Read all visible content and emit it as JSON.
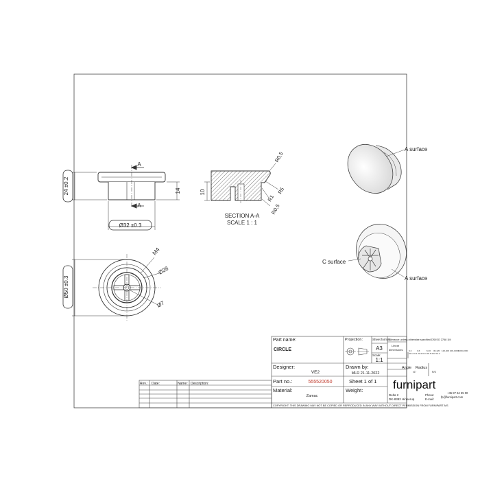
{
  "front_view": {
    "dim_height": "24 ±0.2",
    "dim_flange": "14",
    "dim_diameter": "Ø32 ±0.3",
    "section_marker_top": "A",
    "section_marker_bottom": "A"
  },
  "section_view": {
    "caption_line1": "SECTION A-A",
    "caption_line2": "SCALE 1 : 1",
    "dim_height": "10",
    "radius_labels": [
      "R0,5",
      "R5",
      "R1",
      "R0,5"
    ]
  },
  "bottom_view": {
    "dim_outer": "Ø50 ±0.3",
    "thread_label": "M4",
    "dim_mid": "Ø28",
    "dim_inner": "Ø7"
  },
  "iso_views": {
    "upper_label": "A surface",
    "lower_label_c": "C surface",
    "lower_label_a": "A surface"
  },
  "title_block": {
    "part_name_label": "Part name:",
    "part_name": "CIRCLE",
    "projection_label": "Projection:",
    "sheet_format_label": "Sheet format:",
    "sheet_format": "A3",
    "scale_label": "Scale:",
    "scale": "1:1",
    "designer_label": "Designer:",
    "designer": "VE2",
    "drawn_by_label": "Drawn by:",
    "drawn_by": "MLR 21-11-2022",
    "part_no_label": "Part no.:",
    "part_no": "555520050",
    "sheet": "Sheet 1 of 1",
    "material_label": "Material:",
    "material": "Zamac",
    "weight_label": "Weight:",
    "tolerance_title": "Tolerance unless otherwise specified DS/ISO 2768 1M",
    "linear_label": "Linear",
    "dimensions_label": "dimensions:",
    "tol_ranges": [
      "0-3",
      "3-6",
      "6-30",
      "30-120",
      "120-400",
      "400-1000",
      "1000-2000"
    ],
    "tol_values": [
      "±0.1",
      "±0.1",
      "±0.2",
      "±0.3",
      "±0.5",
      "±0.8",
      "±1.2"
    ],
    "angle_label": "Angle",
    "radius_label": "Radius",
    "angle_value": "±1°",
    "radius_value": "R/S",
    "brand": "furnipart",
    "company_addr1": "Delta 2",
    "company_addr2": "DK-8382 Hinnerup",
    "phone_label": "Phone:",
    "phone": "+45 87 64 35 00",
    "email_label": "E-mail:",
    "email": "fp@furnipart.com",
    "copyright": "COPYRIGHT: THIS DRAWING MAY NOT BE COPIED OR REPRODUCED IN ANY WAY WITHOUT DIRECT PERMISSION FROM FURNIPART A/S"
  },
  "revision_table": {
    "headers": [
      "Rev.:",
      "Date:",
      "Name:",
      "Description:"
    ]
  },
  "colors": {
    "line": "#333333",
    "hatch": "#777777",
    "part_no": "#c0392b"
  }
}
